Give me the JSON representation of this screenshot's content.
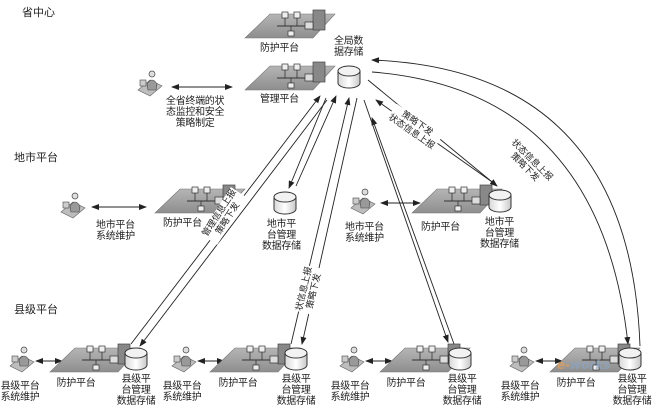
{
  "sections": {
    "province": "省中心",
    "city": "地市平台",
    "county": "县级平台"
  },
  "province": {
    "protect_platform": "防护平台",
    "manage_platform": "管理平台",
    "global_storage": [
      "全局数",
      "据存储"
    ],
    "operator_desc": [
      "全省终端的状",
      "态监控和安全",
      "策略制定"
    ]
  },
  "city": {
    "left": {
      "maint": [
        "地市平台",
        "系统维护"
      ],
      "protect_platform": "防护平台",
      "storage": [
        "地市平",
        "台管理",
        "数据存储"
      ]
    },
    "right": {
      "maint": [
        "地市平台",
        "系统维护"
      ],
      "protect_platform": "防护平台",
      "storage": [
        "地市平",
        "台管理",
        "数据存储"
      ]
    }
  },
  "county_units": [
    {
      "maint": [
        "县级平台",
        "系统维护"
      ],
      "protect_platform": "防护平台",
      "storage": [
        "县级平",
        "台管理",
        "数据存储"
      ]
    },
    {
      "maint": [
        "县级平台",
        "系统维护"
      ],
      "protect_platform": "防护平台",
      "storage": [
        "县级平",
        "台管理",
        "数据存储"
      ]
    },
    {
      "maint": [
        "县级平台",
        "系统维护"
      ],
      "protect_platform": "防护平台",
      "storage": [
        "县级平",
        "台管理",
        "数据存储"
      ]
    },
    {
      "maint": [
        "县级平台",
        "系统维护"
      ],
      "protect_platform": "防护平台",
      "storage": [
        "县级平",
        "台管理",
        "数据存储"
      ]
    }
  ],
  "flow_labels": {
    "left_up": "管理信息上报",
    "left_down": "策略下发",
    "mid_up": "状信息上报",
    "mid_down": "策略下发",
    "right_down": "策略下发",
    "right_up": "状态信息上报",
    "far_up": "状态信息上报",
    "far_down": "策略下发"
  },
  "watermark": {
    "part1": "e-",
    "part2": "works"
  }
}
